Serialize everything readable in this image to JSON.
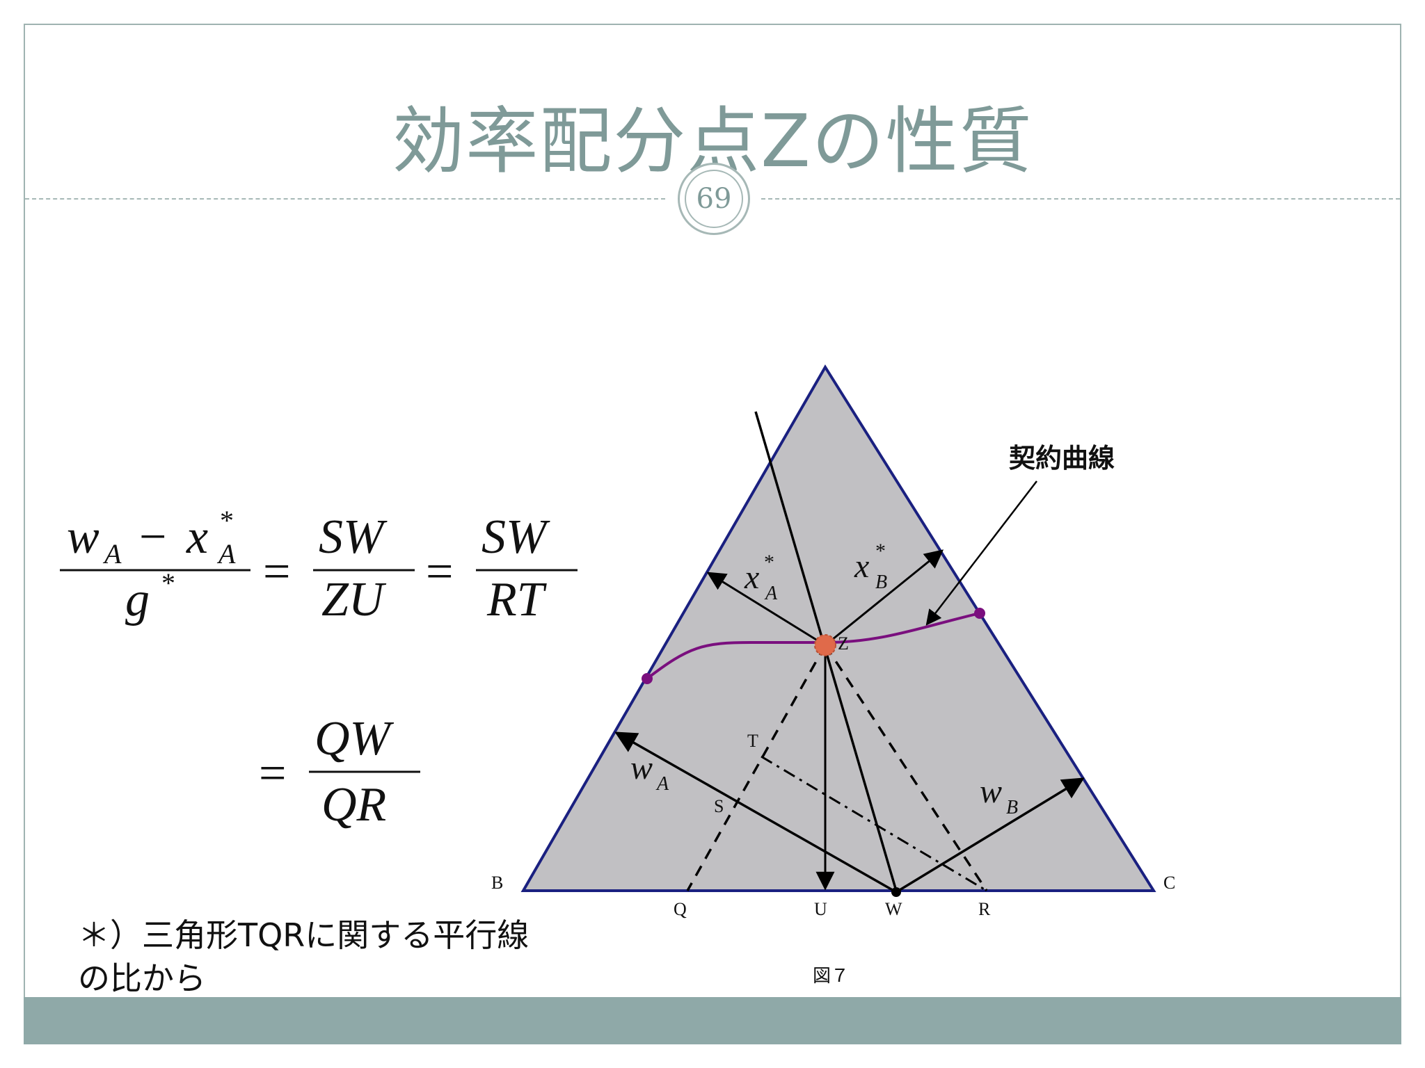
{
  "slide": {
    "title": "効率配分点Zの性質",
    "page_number": "69",
    "note_line1": "＊）三角形TQRに関する平行線",
    "note_line2": "の比から"
  },
  "equation": {
    "row1": {
      "lhs_numerator": "w_A − x*_A",
      "lhs_denominator": "g*",
      "middle": "SW / ZU",
      "right": "SW / RT"
    },
    "row2": "QW / QR"
  },
  "diagram": {
    "contract_curve_label": "契約曲線",
    "figure_caption": "図７",
    "vertices": {
      "left": "B",
      "right": "C"
    },
    "points": {
      "z": "Z",
      "t": "T",
      "s": "S",
      "q": "Q",
      "u": "U",
      "w": "W",
      "r": "R"
    },
    "arrows": {
      "xa": "x",
      "xb": "x",
      "wa": "w",
      "wb": "w"
    },
    "colors": {
      "triangle_fill": "#c1c0c3",
      "triangle_edge": "#1a2080",
      "contract_curve": "#7a0f7e",
      "point_z": "#e06a4a"
    }
  }
}
